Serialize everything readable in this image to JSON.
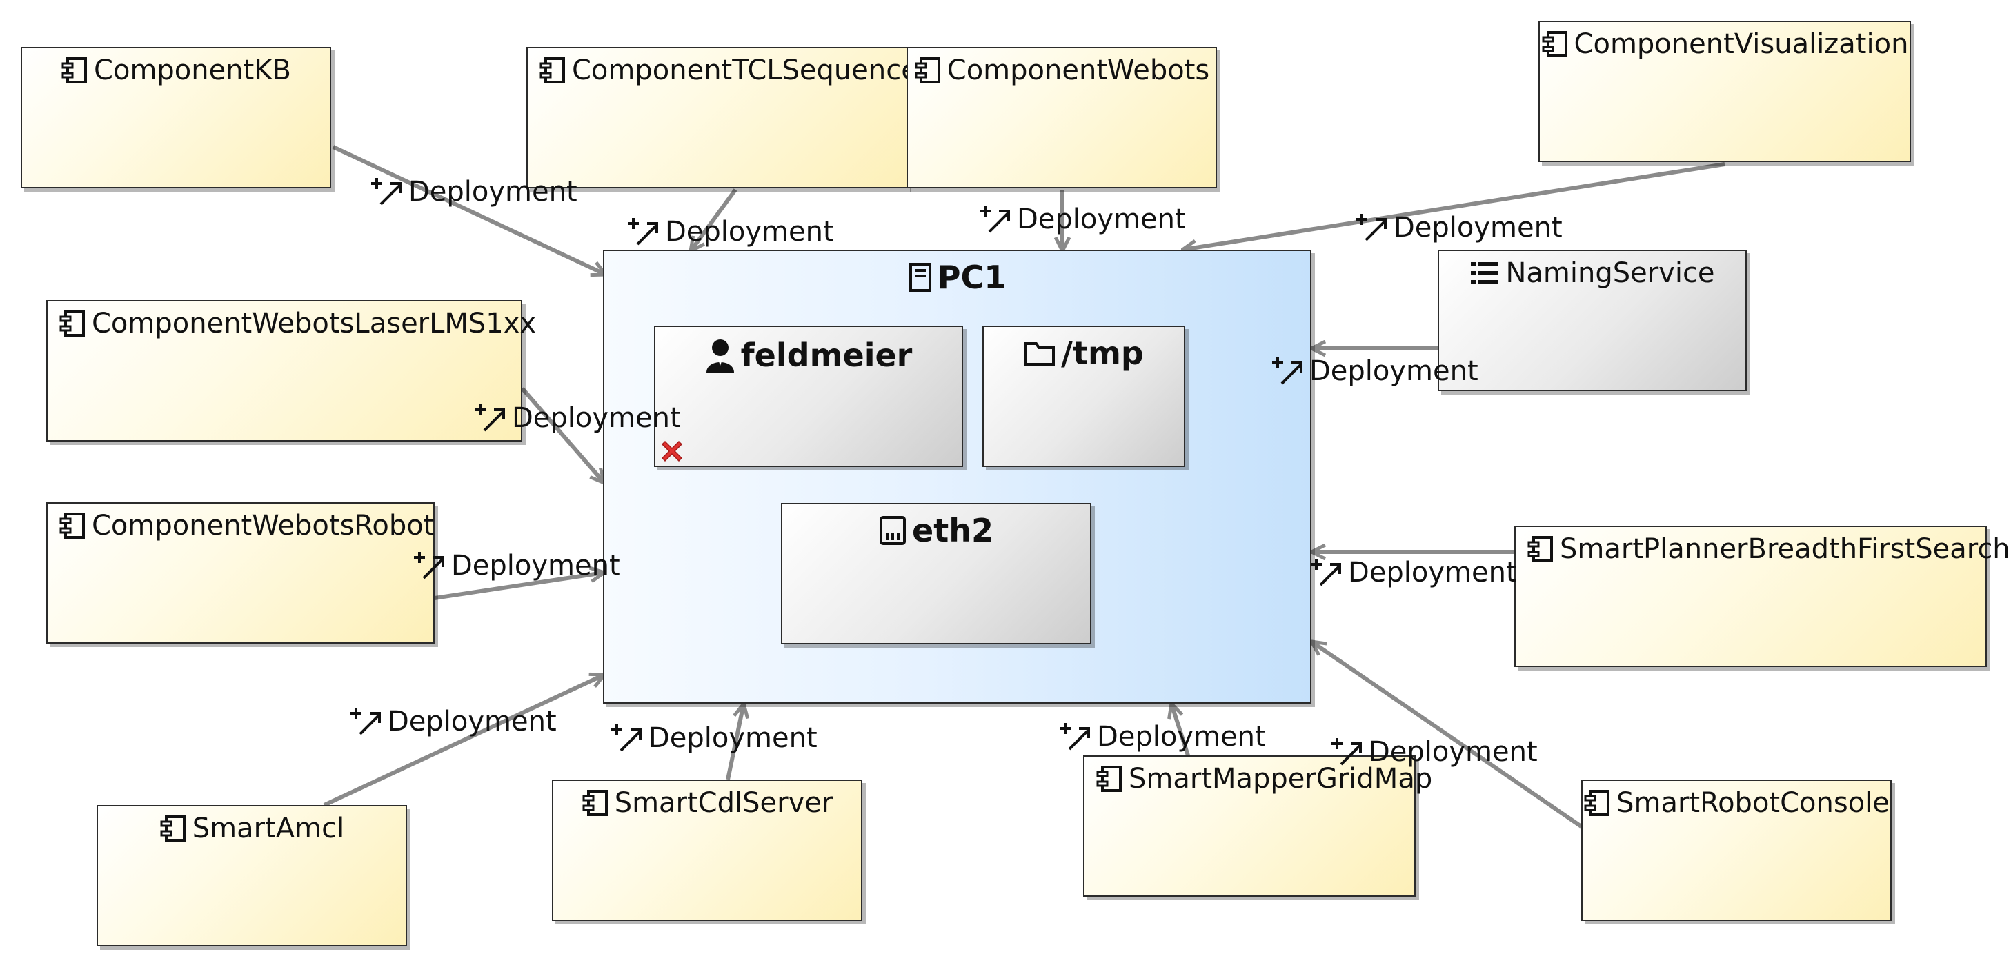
{
  "diagram": {
    "node": {
      "name": "PC1",
      "icon": "server-icon"
    },
    "inner": {
      "user": {
        "name": "feldmeier",
        "icon": "user-icon",
        "status_icon": "error-cross-icon"
      },
      "folder": {
        "name": "/tmp",
        "icon": "folder-icon"
      },
      "nic": {
        "name": "eth2",
        "icon": "network-card-icon"
      }
    },
    "naming_service": {
      "name": "NamingService",
      "icon": "list-icon"
    },
    "components": {
      "kb": "ComponentKB",
      "tcl": "ComponentTCLSequence",
      "webots": "ComponentWebots",
      "visualization": "ComponentVisualization",
      "laser": "ComponentWebotsLaserLMS1xx",
      "robot": "ComponentWebotsRobot",
      "planner": "SmartPlannerBreadthFirstSearch",
      "amcl": "SmartAmcl",
      "cdl": "SmartCdlServer",
      "mapper": "SmartMapperGridMap",
      "console": "SmartRobotConsole"
    },
    "component_icon": "component-icon",
    "edge_label": "Deployment",
    "edge_icon": "deployment-icon",
    "colors": {
      "component_fill": "#fdf0b8",
      "node_fill": "#c5e1fb",
      "gray_fill": "#cdcdcd",
      "edge": "#8a8a8a",
      "error": "#e0322f"
    }
  }
}
